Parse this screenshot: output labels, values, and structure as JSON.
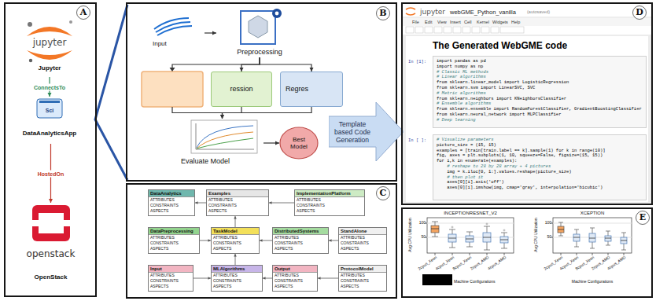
{
  "diagram": {
    "nodes": [
      {
        "text": [
          "A"
        ]
      },
      {
        "text": [
          "jupyter",
          "Jupyter"
        ],
        "in": 0
      },
      {
        "text": [
          "Sci",
          "DataAnalyticsApp"
        ],
        "in": 0
      },
      {
        "text": [
          "openstack",
          "OpenStack"
        ],
        "in": 0
      },
      {
        "text": [
          "B"
        ]
      },
      {
        "text": [
          "Input"
        ],
        "in": 4
      },
      {
        "text": [
          "Preprocessing"
        ],
        "in": 4
      },
      {
        "text": [
          "ression"
        ],
        "in": 4
      },
      {
        "text": [
          "Regres"
        ],
        "in": 4
      },
      {
        "text": [
          "Evaluate Model"
        ],
        "in": 4
      },
      {
        "text": [
          "Best Model"
        ],
        "in": 4
      },
      {
        "text": [
          "C"
        ]
      },
      {
        "text": [
          "DataAnalytics",
          "ATTRIBUTES",
          "CONSTRAINTS",
          "ASPECTS"
        ],
        "in": 11
      },
      {
        "text": [
          "Examples",
          "ATTRIBUTES",
          "CONSTRAINTS",
          "ASPECTS"
        ],
        "in": 11
      },
      {
        "text": [
          "ImplementationPlatform",
          "ATTRIBUTES",
          "CONSTRAINTS",
          "ASPECTS"
        ],
        "in": 11
      },
      {
        "text": [
          "DataPreprocessing",
          "ATTRIBUTES",
          "CONSTRAINTS",
          "ASPECTS"
        ],
        "in": 11
      },
      {
        "text": [
          "TaskModel",
          "ATTRIBUTES",
          "CONSTRAINTS",
          "ASPECTS"
        ],
        "in": 11
      },
      {
        "text": [
          "DistributedSystems",
          "ATTRIBUTES",
          "CONSTRAINTS",
          "ASPECTS"
        ],
        "in": 11
      },
      {
        "text": [
          "StandAlone",
          "ATTRIBUTES",
          "CONSTRAINTS",
          "ASPECTS"
        ],
        "in": 11
      },
      {
        "text": [
          "Input",
          "ATTRIBUTES",
          "CONSTRAINTS",
          "ASPECTS"
        ],
        "in": 11
      },
      {
        "text": [
          "MLAlgorithms",
          "ATTRIBUTES",
          "CONSTRAINTS",
          "ASPECTS"
        ],
        "in": 11
      },
      {
        "text": [
          "Output",
          "ATTRIBUTES",
          "CONSTRAINTS",
          "ASPECTS"
        ],
        "in": 11
      },
      {
        "text": [
          "ProtocolModel",
          "ATTRIBUTES",
          "CONSTRAINTS",
          "ASPECTS"
        ],
        "in": 11
      },
      {
        "text": [
          "Template based Code Generation"
        ]
      },
      {
        "text": [
          "D",
          "jupyter",
          "webGME_Python_vanilla",
          "(autosaved)",
          "File",
          "Edit",
          "View",
          "Insert",
          "Cell",
          "Kernel",
          "Widgets",
          "Help",
          "The Generated WebGME code"
        ]
      },
      {
        "text": [
          "In [1]:",
          "import pandas as pd",
          "import numpy as np",
          "# Classic ML methods",
          "# Linear algorithms",
          "from sklearn.linear_model import LogisticRegression",
          "from sklearn.svm import LinearSVC, SVC",
          "# Metric algorithms",
          "from sklearn.neighbors import KNeighborsClassifier",
          "# Ensemble algorithms",
          "from sklearn.ensemble import RandomForestClassifier, GradientBoostingClassifier",
          "from sklearn.neural_network import MLPClassifier",
          "# Deep learning"
        ],
        "in": 24
      },
      {
        "text": [
          "In [ ]:",
          "# Visualize parameters",
          "picture_size = (15, 15)",
          "examples = [train[train.label == k].sample(1) for k in range(10)]",
          "fig, axes = plt.subplots(1, 10, squeeze=False, figsize=(15, 15))",
          "for i,k in enumerate(examples):",
          "    # reshape to 28 by 28 array + 4 pictures",
          "    img = k.iloc[0, 1:].values.reshape(picture_size)",
          "    # then plot it",
          "    axes[0][i].axis('off')",
          "    axes[0][i].imshow(img, cmap='gray', interpolation='bicubic')"
        ],
        "in": 24
      },
      {
        "text": [
          "E"
        ]
      },
      {
        "text": [
          "INCEPTIONRESNET_V2",
          "Avg CPU Utilization",
          "100",
          "50",
          "2cpus_Xeon",
          "4cpus_Xeon",
          "8cpus_Xeon",
          "2cpus_AMD",
          "4cpus_AMD",
          "Machine Configurations"
        ],
        "in": 27
      },
      {
        "text": [
          "XCEPTION",
          "Avg CPU Utilization",
          "100",
          "50",
          "2cpus_Xeon",
          "4cpus_Xeon",
          "8cpus_Xeon",
          "2cpus_AMD",
          "4cpus_AMD",
          "Machine Configurations"
        ],
        "in": 27
      }
    ],
    "edges": [
      {
        "from": 1,
        "to": 2,
        "arrow": "to",
        "label": "ConnectsTo"
      },
      {
        "from": 2,
        "to": 3,
        "arrow": "to",
        "label": "HostedOn"
      },
      {
        "from": 5,
        "to": 6,
        "arrow": "to"
      },
      {
        "from": 6,
        "to": 7,
        "arrow": "to"
      },
      {
        "from": 6,
        "to": 8,
        "arrow": "to"
      },
      {
        "from": 7,
        "to": 9,
        "arrow": "to"
      },
      {
        "from": 8,
        "to": 9,
        "arrow": "to"
      },
      {
        "from": 9,
        "to": 10,
        "arrow": "to"
      },
      {
        "from": 13,
        "to": 12,
        "arrow": "to"
      },
      {
        "from": 14,
        "to": 13,
        "arrow": "to"
      },
      {
        "from": 16,
        "to": 13,
        "arrow": "to"
      },
      {
        "from": 15,
        "to": 16,
        "arrow": "to"
      },
      {
        "from": 17,
        "to": 16,
        "arrow": "to"
      },
      {
        "from": 18,
        "to": 17,
        "arrow": "to"
      },
      {
        "from": 20,
        "to": 16,
        "arrow": "to"
      },
      {
        "from": 19,
        "to": 20,
        "arrow": "to"
      },
      {
        "from": 21,
        "to": 20,
        "arrow": "to"
      },
      {
        "from": 22,
        "to": 21,
        "arrow": "to"
      }
    ]
  }
}
